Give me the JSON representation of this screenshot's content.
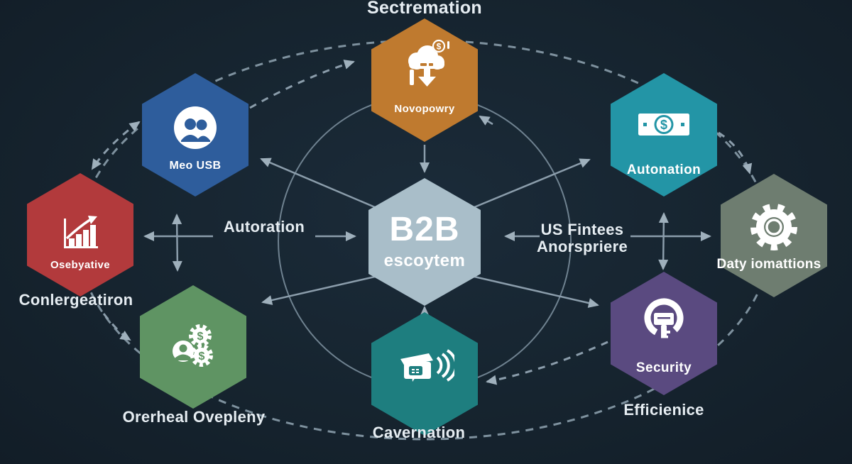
{
  "diagram_title": "B2B ecosystem hexagon infographic",
  "colors": {
    "background": "#16242f",
    "arrow": "#8b9dab",
    "arrowhead": "#9fb0bc",
    "label_text": "#e6edf2",
    "hex_users": "#2e5d9c",
    "hex_cloud": "#bf7a2f",
    "hex_chart": "#b23a3c",
    "hex_gears": "#5f9463",
    "hex_center": "#a9bec9",
    "hex_pos": "#1e7e7f",
    "hex_money": "#2395a6",
    "hex_gear": "#6e7d70",
    "hex_security": "#5a4a80"
  },
  "labels": {
    "top": "Sectremation",
    "conlergeatiron": "Conlergeatiron",
    "orerheal": "Orerheal Ovepleny",
    "cavernation": "Cavernation",
    "efficienice": "Efficienice",
    "autoration": "Autoration",
    "us_fintees_line1": "US Fintees",
    "us_fintees_line2": "Anorspriere"
  },
  "center_hex": {
    "title": "B2B",
    "subtitle": "escoytem",
    "color": "#a9bec9"
  },
  "hexagons": {
    "users": {
      "label": "Meo USB",
      "color": "#2e5d9c",
      "icon": "users-icon"
    },
    "cloud": {
      "label": "Novopowry",
      "color": "#bf7a2f",
      "icon": "cloud-dollar-download-icon"
    },
    "chart": {
      "label": "Osebyative",
      "color": "#b23a3c",
      "icon": "bar-chart-growth-icon"
    },
    "gears": {
      "color": "#5f9463",
      "icon": "person-dollar-gears-icon"
    },
    "pos": {
      "color": "#1e7e7f",
      "icon": "pos-terminal-signal-icon"
    },
    "money": {
      "label": "Autonation",
      "color": "#2395a6",
      "icon": "dollar-bill-icon"
    },
    "gear": {
      "label": "Daty iomattions",
      "color": "#6e7d70",
      "icon": "gear-icon"
    },
    "security": {
      "label": "Security",
      "color": "#5a4a80",
      "icon": "padlock-icon"
    }
  }
}
